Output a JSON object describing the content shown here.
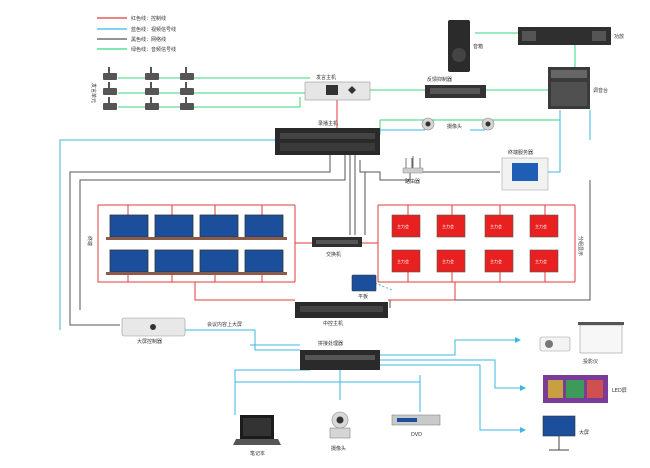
{
  "legend": {
    "items": [
      {
        "text": "红色线：控制线",
        "color": "#e23b3b"
      },
      {
        "text": "蓝色线：视频信号线",
        "color": "#3bb7e2"
      },
      {
        "text": "黑色线：网络线",
        "color": "#555555"
      },
      {
        "text": "绿色线：音频信号线",
        "color": "#3bd67a"
      }
    ]
  },
  "labels": {
    "speaker": "音箱",
    "amplifier": "功放",
    "mixer": "调音台",
    "mic_host": "发言主机",
    "feedback_suppressor": "反馈抑制器",
    "mic_units": "发言单元",
    "recorder": "录播主机",
    "camera_top": "摄像头",
    "router": "路由器",
    "media_server": "终端服务器",
    "left_group": "终端",
    "right_group": "分组显示",
    "switch": "交换机",
    "tablet": "平板",
    "central_host": "中控主机",
    "big_screen_ctrl": "大屏控制器",
    "meeting_to_screen": "会议内容上大屏",
    "processor": "拼接处理器",
    "laptop": "笔记本",
    "camera_bottom": "摄像头",
    "dvd": "DVD",
    "projector": "投影仪",
    "led_screen": "LED屏",
    "big_screen": "大屏",
    "red_screen_text": "主力会"
  },
  "colors": {
    "control": "#e23b3b",
    "video": "#3bb7e2",
    "network": "#555555",
    "audio": "#3bd67a"
  }
}
